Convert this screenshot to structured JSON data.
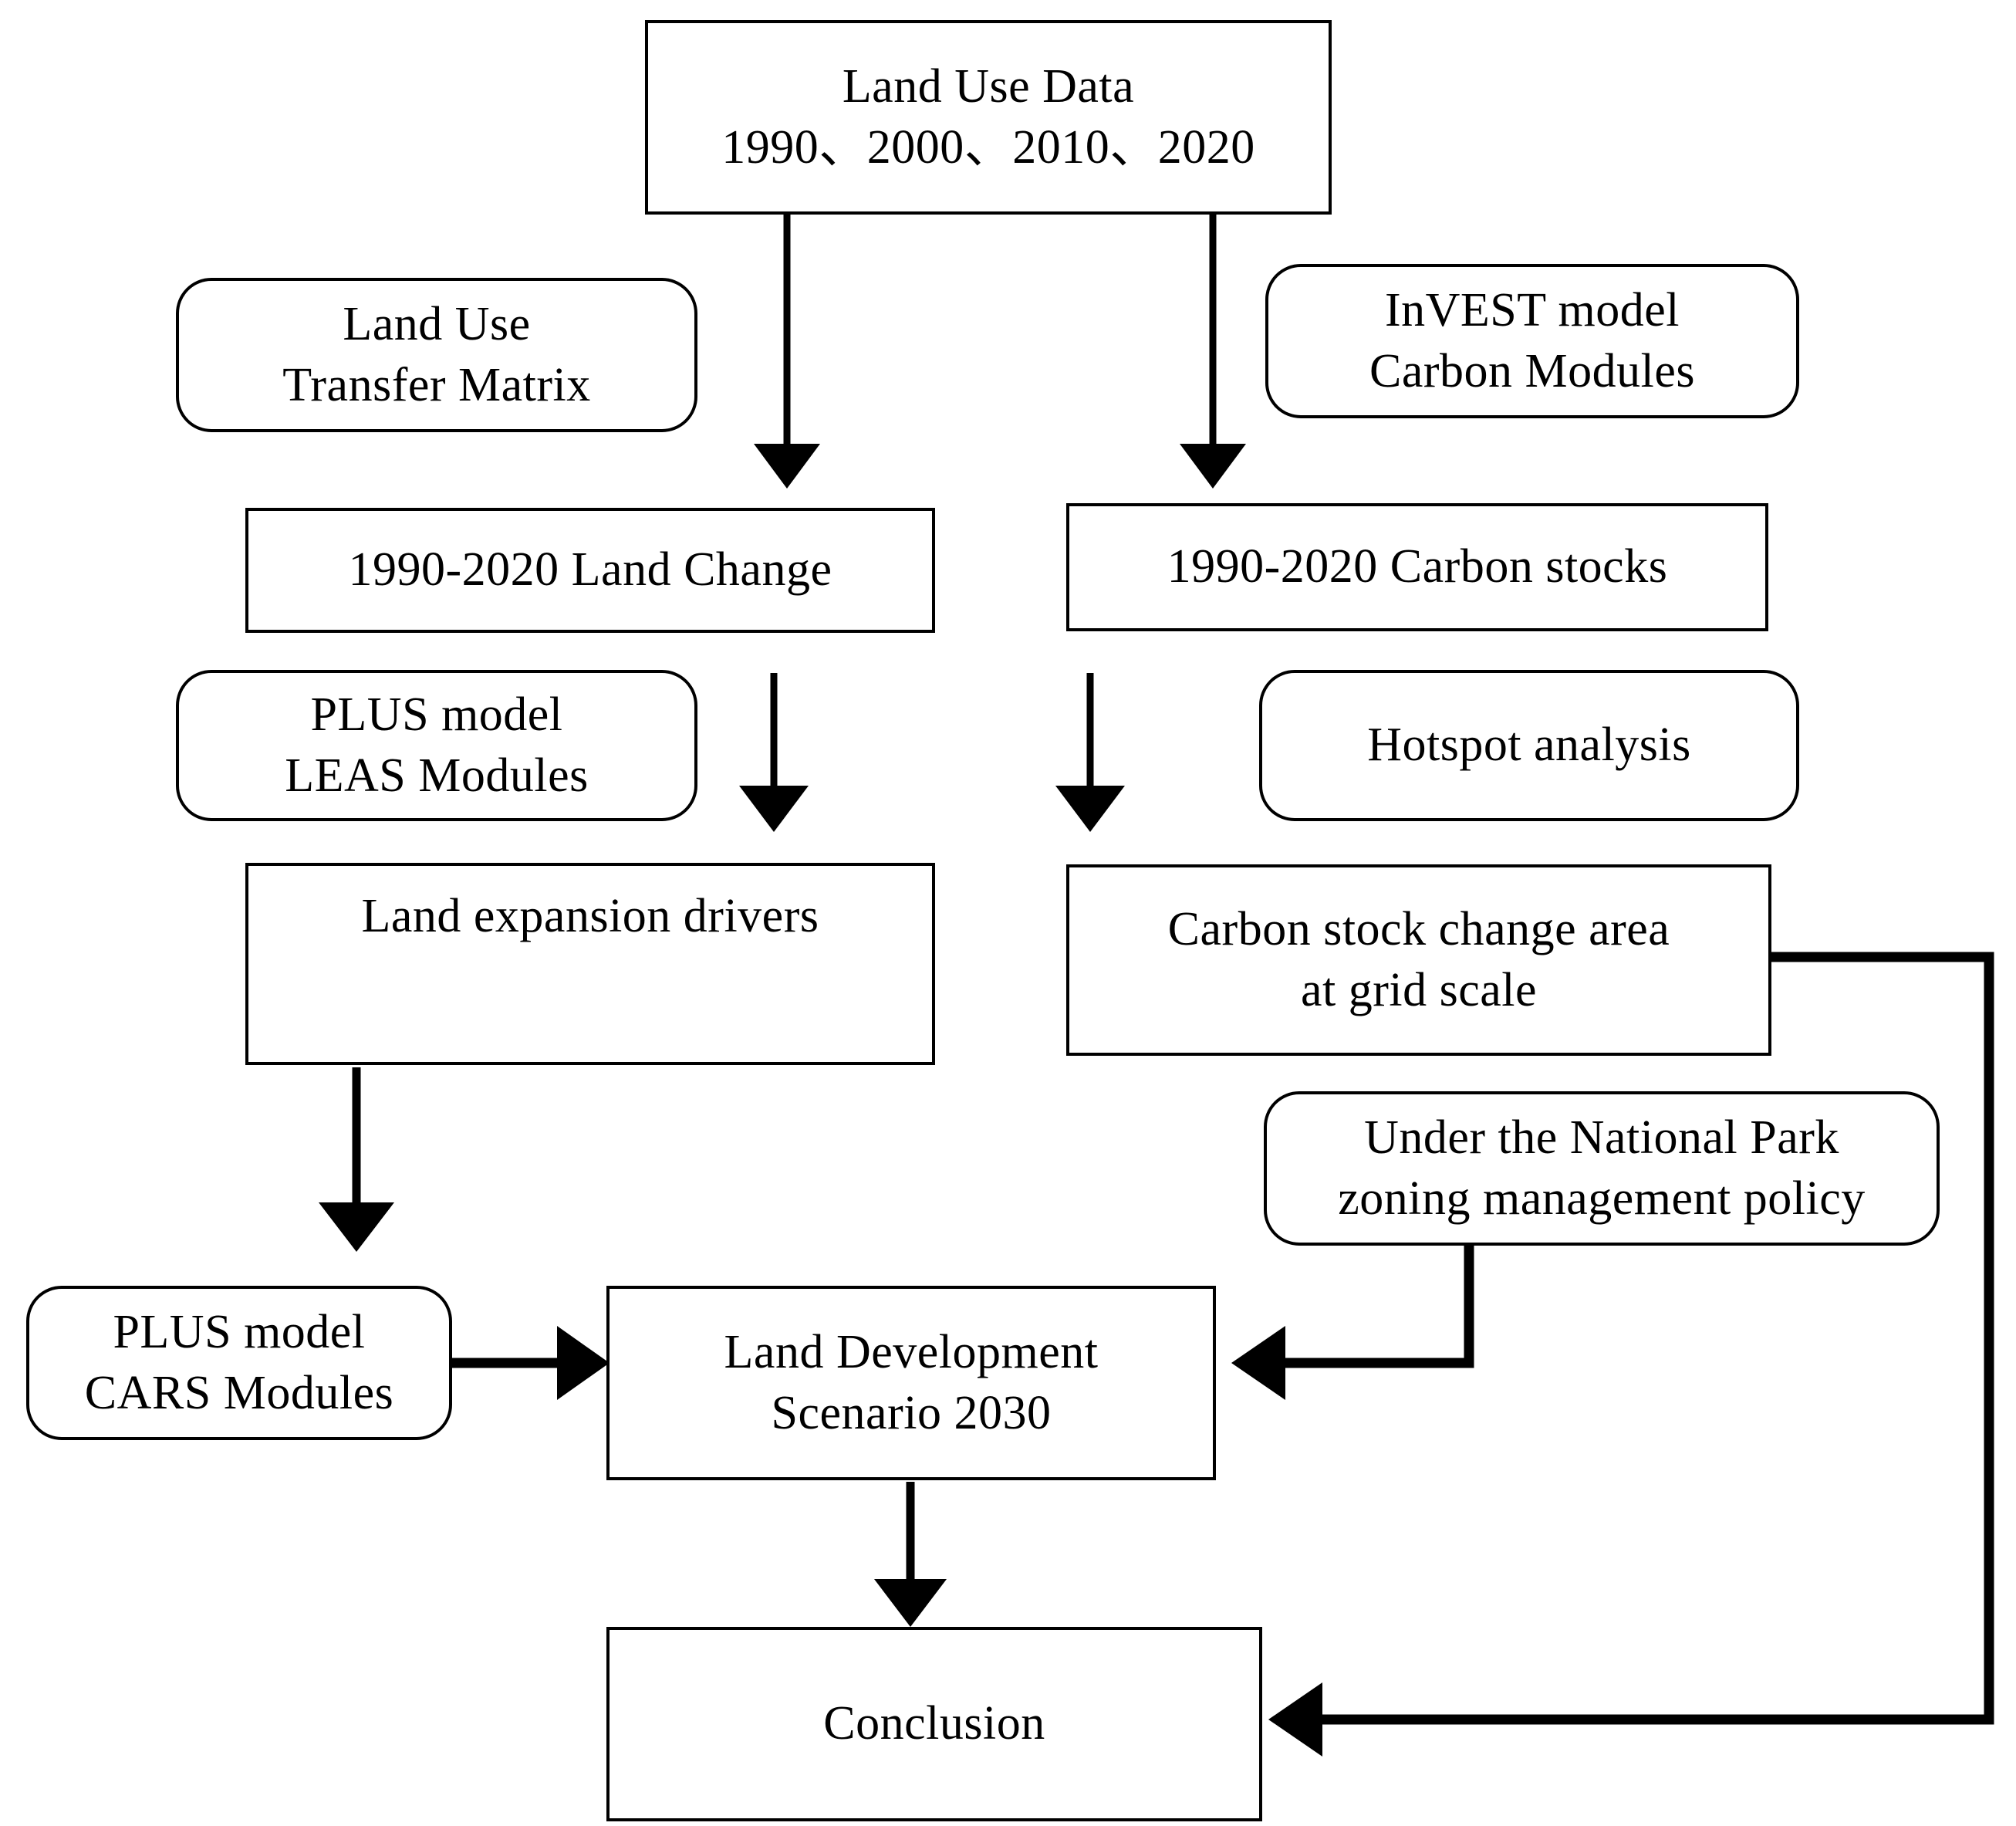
{
  "diagram": {
    "title": "Research framework flowchart",
    "stroke_color": "#000000",
    "fill_color": "#ffffff",
    "nodes": [
      {
        "id": "land-use-data",
        "shape": "rectangle",
        "label": "Land Use Data\n1990、2000、2010、2020"
      },
      {
        "id": "land-use-transfer-matrix",
        "shape": "rounded",
        "label": "Land Use\nTransfer Matrix"
      },
      {
        "id": "invest-model-carbon-modules",
        "shape": "rounded",
        "label": "InVEST model\nCarbon Modules"
      },
      {
        "id": "land-change",
        "shape": "rectangle",
        "label": "1990-2020 Land Change"
      },
      {
        "id": "carbon-stocks",
        "shape": "rectangle",
        "label": "1990-2020 Carbon stocks"
      },
      {
        "id": "plus-model-leas-modules",
        "shape": "rounded",
        "label": "PLUS model\nLEAS Modules"
      },
      {
        "id": "hotspot-analysis",
        "shape": "rounded",
        "label": "Hotspot analysis"
      },
      {
        "id": "land-expansion-drivers",
        "shape": "rectangle",
        "label": "Land expansion drivers"
      },
      {
        "id": "carbon-stock-change-area",
        "shape": "rectangle",
        "label": "Carbon stock change area\nat grid scale"
      },
      {
        "id": "national-park-policy",
        "shape": "rounded",
        "label": "Under the National Park\nzoning management policy"
      },
      {
        "id": "plus-model-cars-modules",
        "shape": "rounded",
        "label": "PLUS model\nCARS Modules"
      },
      {
        "id": "land-development-scenario",
        "shape": "rectangle",
        "label": "Land Development\nScenario 2030"
      },
      {
        "id": "conclusion",
        "shape": "rectangle",
        "label": "Conclusion"
      }
    ],
    "edges": [
      {
        "from": "land-use-data",
        "to": "land-change",
        "style": "arrow-down"
      },
      {
        "from": "land-use-data",
        "to": "carbon-stocks",
        "style": "arrow-down"
      },
      {
        "from": "land-change",
        "to": "land-expansion-drivers",
        "style": "arrow-down"
      },
      {
        "from": "carbon-stocks",
        "to": "carbon-stock-change-area",
        "style": "arrow-down"
      },
      {
        "from": "land-expansion-drivers",
        "to": "land-development-scenario",
        "style": "arrow-down"
      },
      {
        "from": "plus-model-cars-modules",
        "to": "land-development-scenario",
        "style": "arrow-right"
      },
      {
        "from": "national-park-policy",
        "to": "land-development-scenario",
        "style": "elbow-arrow-left"
      },
      {
        "from": "land-development-scenario",
        "to": "conclusion",
        "style": "arrow-down"
      },
      {
        "from": "carbon-stock-change-area",
        "to": "conclusion",
        "style": "elbow-arrow-left"
      }
    ]
  }
}
